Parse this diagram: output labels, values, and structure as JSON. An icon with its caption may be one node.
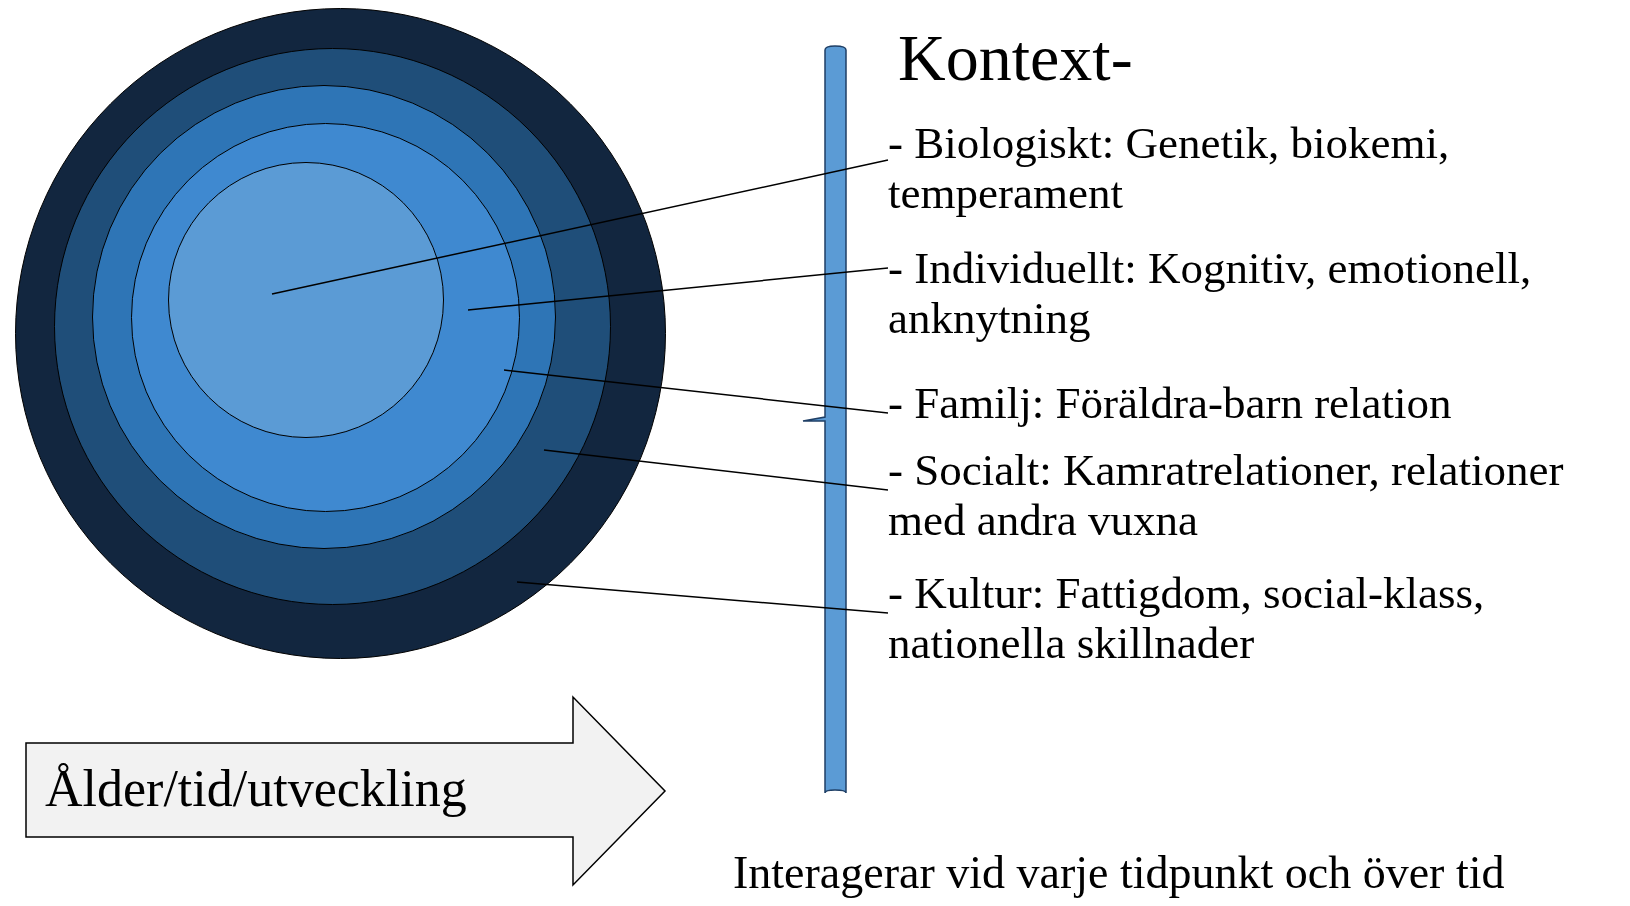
{
  "diagram": {
    "nodes": [
      {
        "text": [
          "- Biologiskt: Genetik, biokemi, temperament"
        ]
      },
      {
        "text": [
          "- Individuellt: Kognitiv, emotionell, anknytning"
        ]
      },
      {
        "text": [
          "- Familj: Föräldra-barn relation"
        ]
      },
      {
        "text": [
          "- Socialt: Kamratrelationer, relationer med andra vuxna"
        ]
      },
      {
        "text": [
          "- Kultur: Fattigdom, social-klass, nationella skillnader"
        ]
      },
      {
        "text": [],
        "shape": "circle"
      },
      {
        "text": [],
        "shape": "circle",
        "in": 5
      },
      {
        "text": [],
        "shape": "circle",
        "in": 6
      },
      {
        "text": [],
        "shape": "circle",
        "in": 7
      },
      {
        "text": [],
        "shape": "circle",
        "in": 8
      },
      {
        "text": [
          "Ålder/tid/utveckling"
        ]
      },
      {
        "text": [],
        "shape": "bar"
      }
    ],
    "edges": [
      {
        "from": 0,
        "to": 9,
        "arrow": "none"
      },
      {
        "from": 1,
        "to": 8,
        "arrow": "none"
      },
      {
        "from": 2,
        "to": 7,
        "arrow": "none"
      },
      {
        "from": 3,
        "to": 6,
        "arrow": "none"
      },
      {
        "from": 4,
        "to": 5,
        "arrow": "none"
      }
    ],
    "labels": [
      "Kontext-",
      "Interagerar vid varje tidpunkt och över tid"
    ]
  }
}
